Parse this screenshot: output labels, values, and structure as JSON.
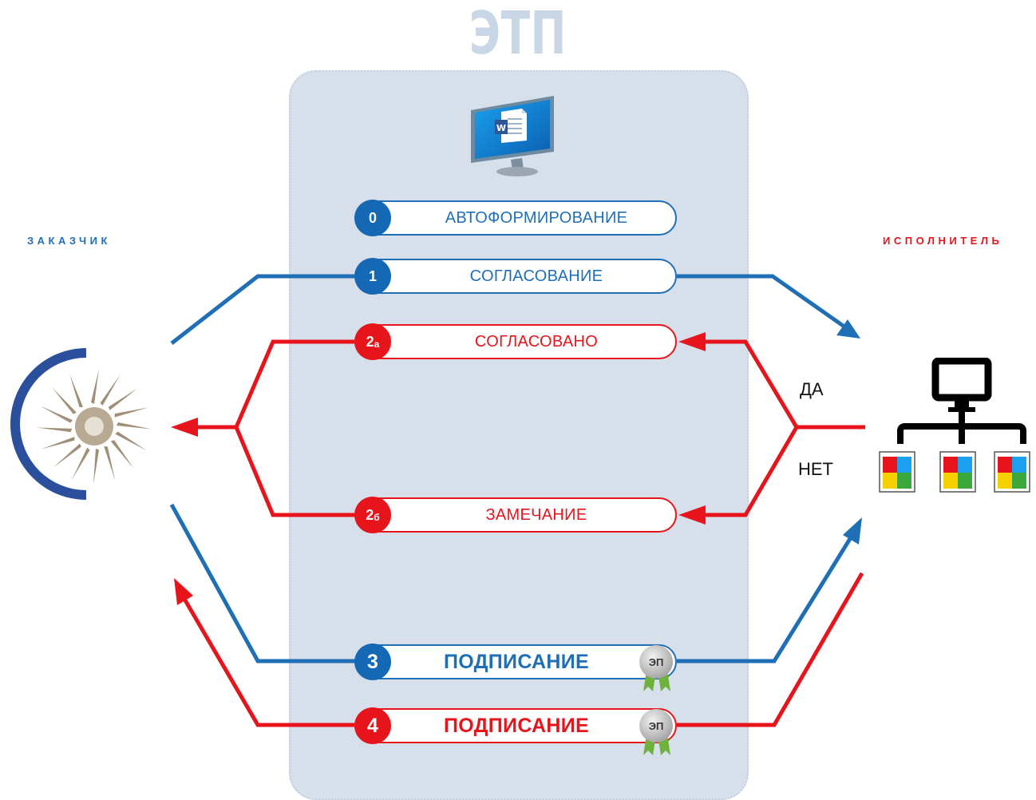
{
  "title": "ЭТП",
  "customer_label": "ЗАКАЗЧИК",
  "contractor_label": "ИСПОЛНИТЕЛЬ",
  "yes_label": "ДА",
  "no_label": "НЕТ",
  "signature_badge": "ЭП",
  "steps": [
    {
      "number": "0",
      "label": "АВТОФОРМИРОВАНИЕ",
      "color": "#1f6fb7"
    },
    {
      "number": "1",
      "label": "СОГЛАСОВАНИЕ",
      "color": "#1f6fb7"
    },
    {
      "number": "2",
      "suffix": "а",
      "label": "СОГЛАСОВАНО",
      "color": "#e8141c"
    },
    {
      "number": "2",
      "suffix": "б",
      "label": "ЗАМЕЧАНИЕ",
      "color": "#e8141c"
    },
    {
      "number": "3",
      "label": "ПОДПИСАНИЕ",
      "color": "#1f6fb7"
    },
    {
      "number": "4",
      "label": "ПОДПИСАНИЕ",
      "color": "#e8141c"
    }
  ],
  "icons": {
    "document": "word-document-monitor-icon",
    "customer_logo": "company-sun-logo",
    "contractor": "network-puzzle-icon",
    "signature": "signature-seal-icon"
  },
  "colors": {
    "blue": "#1f6fb7",
    "red": "#e8141c",
    "panel": "#d6dfea"
  }
}
